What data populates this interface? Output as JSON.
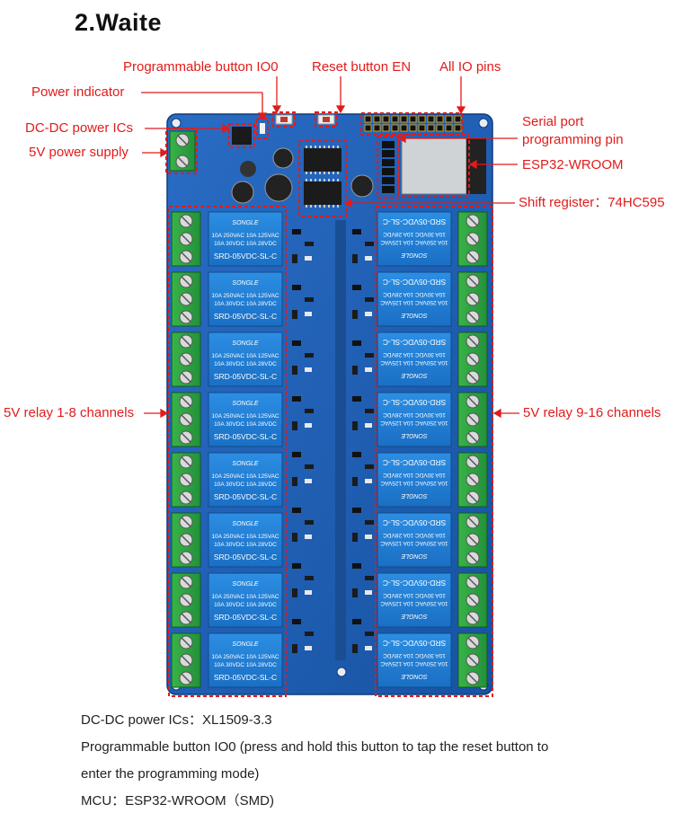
{
  "title": "2.Waite",
  "labels": {
    "prog_button": "Programmable button IO0",
    "reset_button": "Reset button EN",
    "io_pins": "All IO pins",
    "power_indicator": "Power indicator",
    "dcdc": "DC-DC power ICs",
    "supply": "5V power supply",
    "serial_port_line1": "Serial port",
    "serial_port_line2": "programming pin",
    "esp32": "ESP32-WROOM",
    "shift_register": "Shift register：74HC595",
    "relay_left": "5V relay 1-8 channels",
    "relay_right": "5V relay 9-16 channels"
  },
  "relay": {
    "brand": "SONGLE",
    "rating1": "10A 250VAC  10A 125VAC",
    "rating2": "10A  30VDC  10A  28VDC",
    "model": "SRD-05VDC-SL-C"
  },
  "notes": {
    "line1": "DC-DC power ICs：XL1509-3.3",
    "line2": "Programmable button IO0 (press and hold this button to tap the reset button to",
    "line3": "enter the programming mode)",
    "line4": "MCU：ESP32-WROOM（SMD)"
  },
  "colors": {
    "pcb": "#1c5fb5",
    "terminal": "#2fa53c",
    "relay": "#1f7fd6",
    "annotation": "#e21b1b"
  }
}
